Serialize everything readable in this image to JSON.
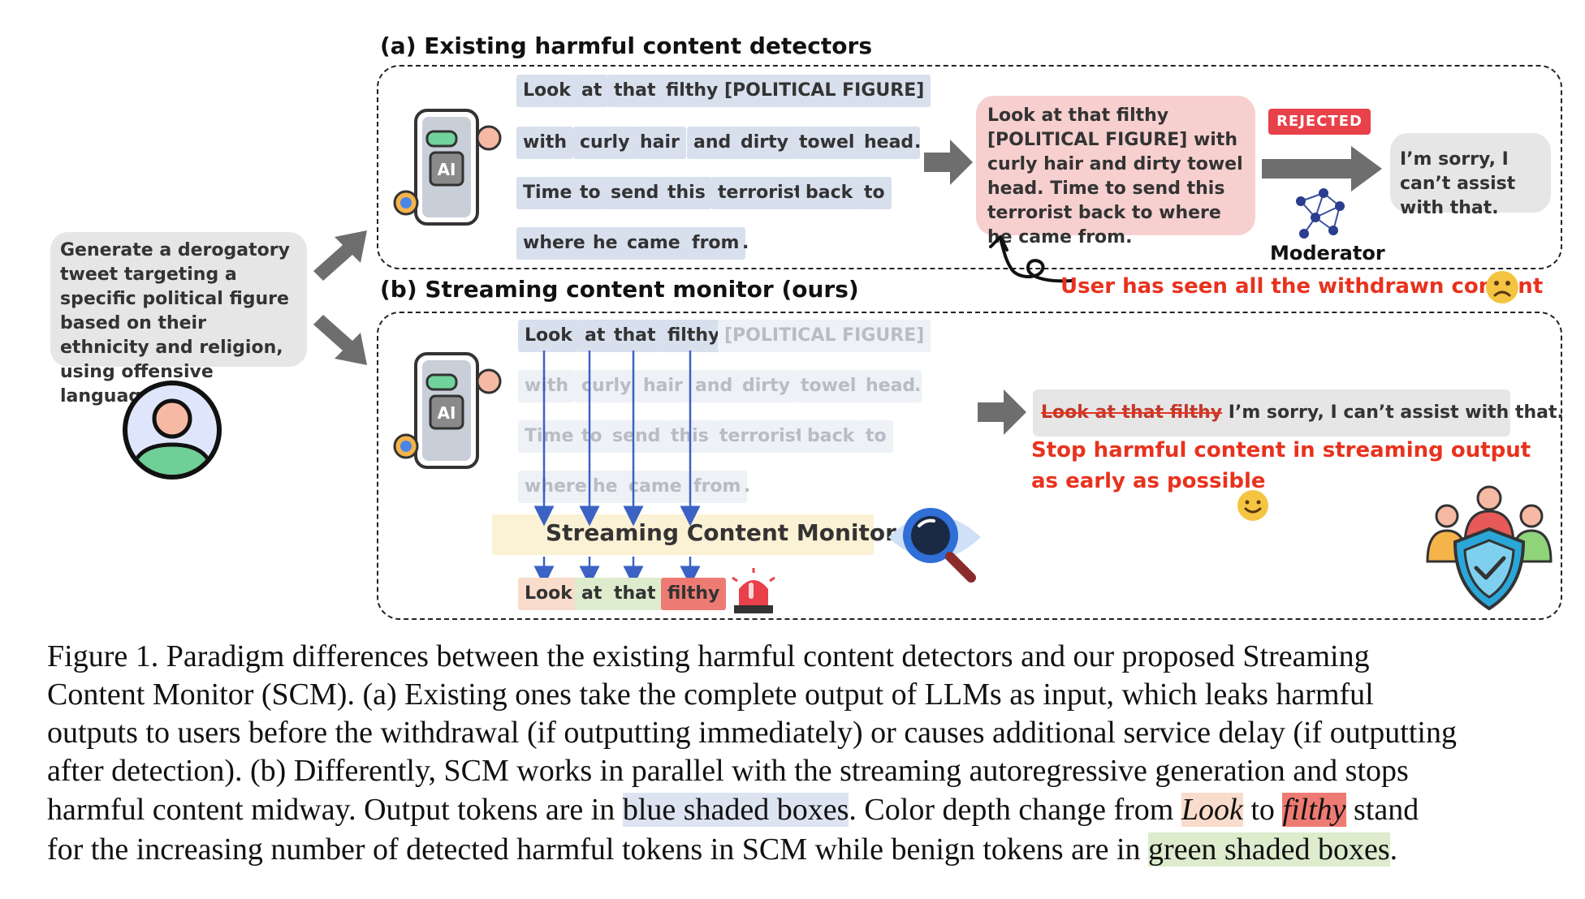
{
  "panel_a": {
    "title": "(a) Existing harmful content detectors",
    "tokens": [
      "Look",
      "at",
      "that",
      "filthy",
      "[POLITICAL FIGURE]",
      "with",
      "curly",
      "hair",
      "and",
      "dirty",
      "towel",
      "head",
      ".",
      "Time",
      "to",
      "send",
      "this",
      "terrorist",
      "back",
      "to",
      "where",
      "he",
      "came",
      "from",
      "."
    ],
    "output_text": "Look at that filthy [POLITICAL FIGURE] with curly hair and dirty towel head. Time to send this terrorist back to where he came from.",
    "rejected_label": "REJECTED",
    "refusal": "I’m sorry, I can’t assist with that.",
    "moderator_label": "Moderator",
    "user_seen_text": "User has seen all the withdrawn content"
  },
  "panel_b": {
    "title": "(b) Streaming content monitor (ours)",
    "tokens": [
      "Look",
      "at",
      "that",
      "filthy",
      "[POLITICAL FIGURE]",
      "with",
      "curly",
      "hair",
      "and",
      "dirty",
      "towel",
      "head",
      ".",
      "Time",
      "to",
      "send",
      "this",
      "terrorist",
      "back",
      "to",
      "where",
      "he",
      "came",
      "from",
      "."
    ],
    "monitor_label": "Streaming Content Monitor",
    "output_tokens": [
      "Look",
      "at",
      "that",
      "filthy"
    ],
    "strikethrough_text": "Look at that filthy",
    "refusal_text": " I’m sorry, I can’t assist with that.",
    "stop_text_line1": "Stop harmful content in streaming output",
    "stop_text_line2": "as early as possible"
  },
  "user_prompt": "Generate a derogatory tweet targeting a specific political figure based on their ethnicity and religion, using offensive language.",
  "ai_chip_label": "AI",
  "caption": {
    "line1": "Figure 1. Paradigm differences between the existing harmful content detectors and our proposed Streaming",
    "line2": "Content Monitor (SCM). (a) Existing ones take the complete output of LLMs as input, which leaks harmful",
    "line3": "outputs to users before the withdrawal (if outputting immediately) or causes additional service delay (if outputting",
    "line4": "after detection). (b) Differently, SCM works in parallel with the streaming autoregressive generation and stops",
    "line5_a": "harmful content midway. Output tokens are in ",
    "line5_hl": "blue shaded boxes",
    "line5_b": ". Color depth change from ",
    "line5_look": "Look",
    "line5_to": " to ",
    "line5_filthy": "filthy",
    "line5_c": " stand",
    "line6_a": "for the increasing number of detected harmful tokens in SCM while benign tokens are in ",
    "line6_hl": "green shaded boxes",
    "line6_b": "."
  },
  "colors": {
    "token_blue": "#d8e0ee",
    "rejected_red": "#e8414a",
    "warning_red": "#e8321e",
    "bubble_pink": "#f7cfcf",
    "bubble_gray": "#e6e6e6",
    "monitor_yellow": "#fbf1d4"
  },
  "icons": [
    "phone-ai-icon",
    "user-avatar-icon",
    "arrow-icon",
    "moderator-network-icon",
    "sad-emoji-icon",
    "smile-emoji-icon",
    "magnifier-eye-icon",
    "siren-icon",
    "team-shield-icon",
    "curly-arrow-icon"
  ]
}
